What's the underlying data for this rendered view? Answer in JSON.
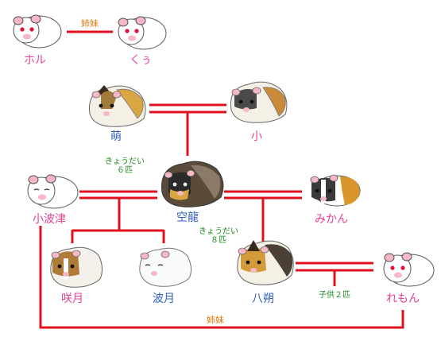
{
  "animals": {
    "horu": {
      "name": "ホル",
      "color": "#e8409a",
      "coat": "white"
    },
    "kuxa": {
      "name": "くぅ",
      "color": "#e8409a",
      "coat": "white"
    },
    "moe": {
      "name": "萌",
      "color": "#2f5fc4",
      "coat": "tricolor-long"
    },
    "sho": {
      "name": "小",
      "color": "#e8409a",
      "coat": "tricolor-long"
    },
    "kobatsu": {
      "name": "小波津",
      "color": "#e8409a",
      "coat": "white"
    },
    "kuuryu": {
      "name": "空龍",
      "color": "#2f5fc4",
      "coat": "black-brown-long"
    },
    "mikan": {
      "name": "みかん",
      "color": "#e8409a",
      "coat": "tricolor"
    },
    "sakizuki": {
      "name": "咲月",
      "color": "#e8409a",
      "coat": "brown-white-long"
    },
    "hazuki": {
      "name": "波月",
      "color": "#2f5fc4",
      "coat": "white-long"
    },
    "hassaku": {
      "name": "八朔",
      "color": "#2f5fc4",
      "coat": "tricolor-long"
    },
    "lemon": {
      "name": "れもん",
      "color": "#e8409a",
      "coat": "white"
    }
  },
  "relations": {
    "sisters_top": "姉妹",
    "sisters_bottom": "姉妹",
    "siblings_1_a": "きょうだい",
    "siblings_1_b": "６匹",
    "siblings_2_a": "きょうだい",
    "siblings_2_b": "８匹",
    "children": "子供２匹"
  },
  "colors": {
    "line": "#e0101f",
    "female": "#e8409a",
    "male": "#2f5fc4",
    "sister_label": "#e07a10",
    "sibling_label": "#1f8a1f"
  }
}
